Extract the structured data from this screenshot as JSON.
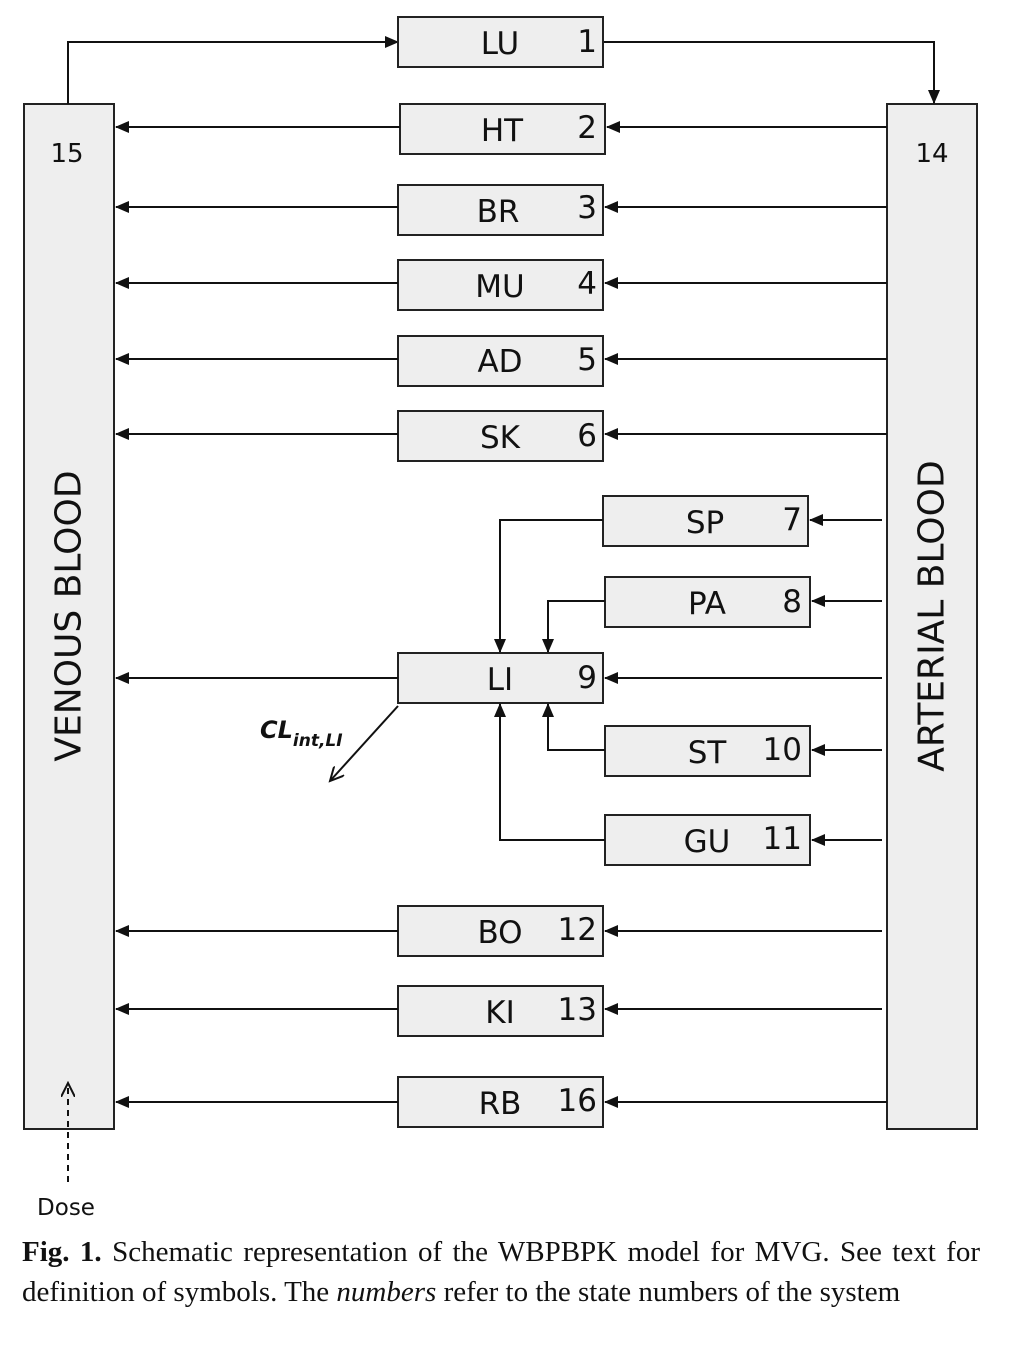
{
  "venous": {
    "label": "VENOUS BLOOD",
    "number": "15"
  },
  "arterial": {
    "label": "ARTERIAL BLOOD",
    "number": "14"
  },
  "organs": [
    {
      "id": "lu",
      "label": "LU",
      "number": "1"
    },
    {
      "id": "ht",
      "label": "HT",
      "number": "2"
    },
    {
      "id": "br",
      "label": "BR",
      "number": "3"
    },
    {
      "id": "mu",
      "label": "MU",
      "number": "4"
    },
    {
      "id": "ad",
      "label": "AD",
      "number": "5"
    },
    {
      "id": "sk",
      "label": "SK",
      "number": "6"
    },
    {
      "id": "sp",
      "label": "SP",
      "number": "7"
    },
    {
      "id": "pa",
      "label": "PA",
      "number": "8"
    },
    {
      "id": "li",
      "label": "LI",
      "number": "9"
    },
    {
      "id": "st",
      "label": "ST",
      "number": "10"
    },
    {
      "id": "gu",
      "label": "GU",
      "number": "11"
    },
    {
      "id": "bo",
      "label": "BO",
      "number": "12"
    },
    {
      "id": "ki",
      "label": "KI",
      "number": "13"
    },
    {
      "id": "rb",
      "label": "RB",
      "number": "16"
    }
  ],
  "clearance": {
    "main": "CL",
    "subscript": "int,LI"
  },
  "dose": "Dose",
  "caption": {
    "fig_label": "Fig. 1.",
    "text_1": "Schematic representation of the WBPBPK model for MVG. See text for definition of symbols. The",
    "emphasis": "numbers",
    "text_2": "refer to the state numbers of the system"
  }
}
